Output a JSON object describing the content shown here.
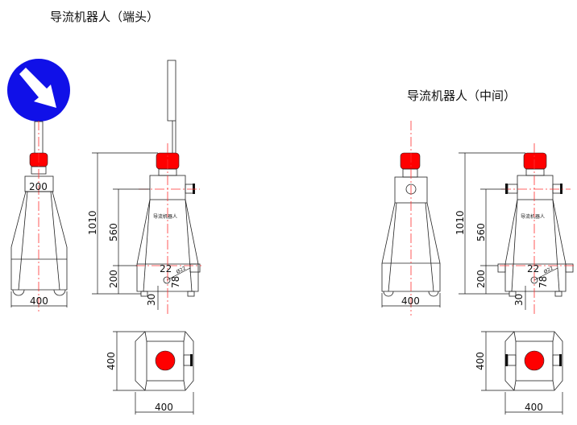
{
  "titles": {
    "end": "导流机器人（端头）",
    "middle": "导流机器人（中间）"
  },
  "labels": {
    "body_text": "导流机器人"
  },
  "dims": {
    "head_width": "200",
    "base_width": "400",
    "total_height": "1010",
    "upper_height": "560",
    "base_height": "200",
    "pipe": "22",
    "angle_dim": "78",
    "foot": "30",
    "dia": "Ø22",
    "top_depth": "400",
    "top_width": "400"
  },
  "colors": {
    "sign_blue": "#1010e8",
    "light_red": "#ff0000",
    "centerline": "#ff3030"
  }
}
